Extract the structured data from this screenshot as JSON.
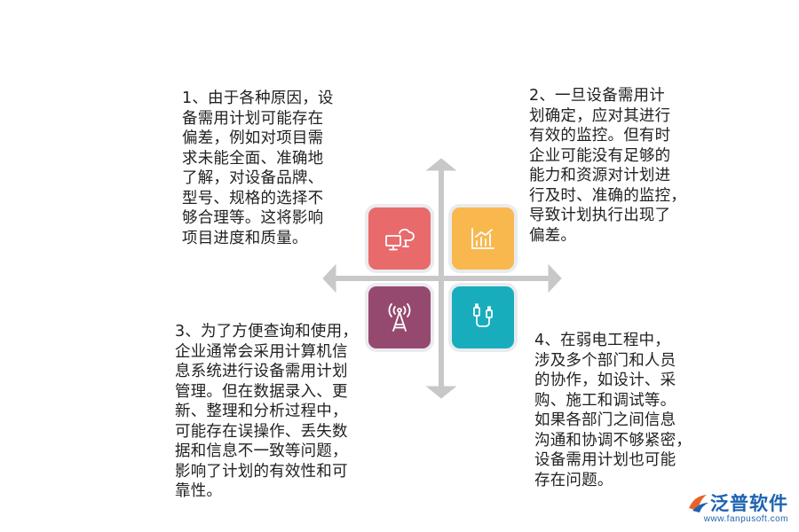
{
  "quadrants": [
    {
      "lines": [
        "1、由于各种原因，设",
        "备需用计划可能存在",
        "偏差，例如对项目需",
        "求未能全面、准确地",
        "了解，对设备品牌、",
        "型号、规格的选择不",
        "够合理等。这将影响",
        "项目进度和质量。"
      ],
      "icon": "cloud-computer-icon",
      "color": "#e86a6b"
    },
    {
      "lines": [
        "2、一旦设备需用计",
        "划确定，应对其进行",
        "有效的监控。但有时",
        "企业可能没有足够的",
        "能力和资源对计划进",
        "行及时、准确的监控，",
        "导致计划执行出现了",
        "偏差。"
      ],
      "icon": "bar-chart-icon",
      "color": "#f8b84e"
    },
    {
      "lines": [
        "3、为了方便查询和使用，",
        "企业通常会采用计算机信",
        "息系统进行设备需用计划",
        "管理。但在数据录入、更",
        "新、整理和分析过程中，",
        "可能存在误操作、丢失数",
        "据和信息不一致等问题，",
        "影响了计划的有效性和可",
        "靠性。"
      ],
      "icon": "signal-tower-icon",
      "color": "#96496f"
    },
    {
      "lines": [
        "4、在弱电工程中，",
        "涉及多个部门和人员",
        "的协作，如设计、采",
        "购、施工和调试等。",
        "如果各部门之间信息",
        "沟通和协调不够紧密，",
        "设备需用计划也可能",
        "存在问题。"
      ],
      "icon": "cable-plug-icon",
      "color": "#18adbd"
    }
  ],
  "arrow_color": "#c8c8c8",
  "brand": {
    "name": "泛普软件",
    "url": "www.fanpusoft.com",
    "color": "#1d63b2"
  }
}
